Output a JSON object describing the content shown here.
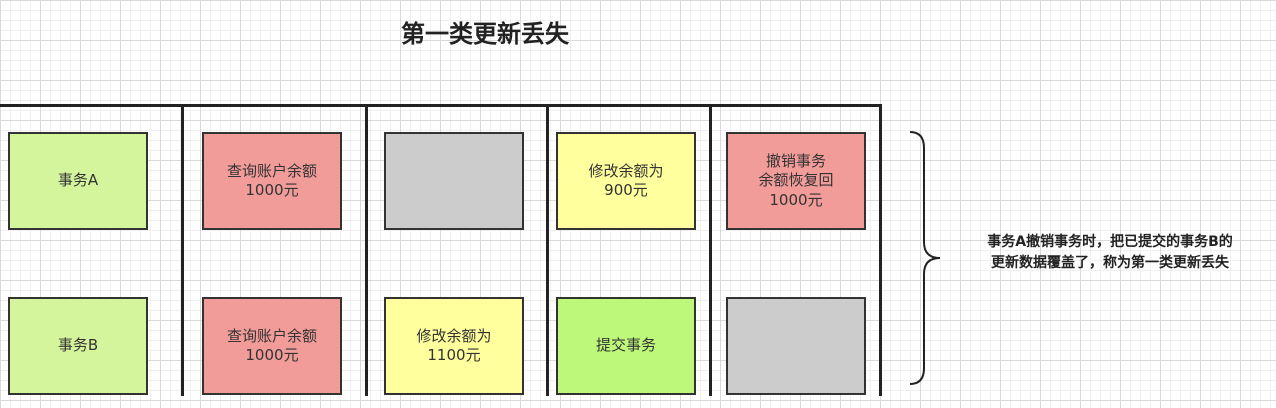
{
  "title": "第一类更新丢失",
  "row_a": [
    {
      "text": "事务A",
      "color": "#d5f59d"
    },
    {
      "text": "查询账户余额\n1000元",
      "color": "#f19c99"
    },
    {
      "text": "",
      "color": "#cccccc"
    },
    {
      "text": "修改余额为\n900元",
      "color": "#ffff9d"
    },
    {
      "text": "撤销事务\n余额恢复回\n1000元",
      "color": "#f19c99"
    }
  ],
  "row_b": [
    {
      "text": "事务B",
      "color": "#d5f59d"
    },
    {
      "text": "查询账户余额\n1000元",
      "color": "#f19c99"
    },
    {
      "text": "修改余额为\n1100元",
      "color": "#ffff9d"
    },
    {
      "text": "提交事务",
      "color": "#bdf87a"
    },
    {
      "text": "",
      "color": "#cccccc"
    }
  ],
  "note": "事务A撤销事务时，把已提交的事务B的\n更新数据覆盖了，称为第一类更新丢失"
}
